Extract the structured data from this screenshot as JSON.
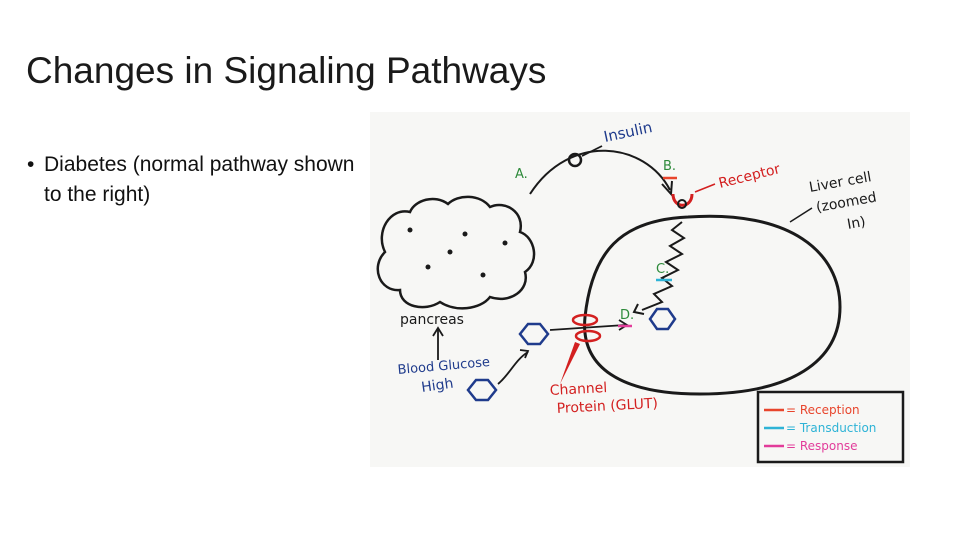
{
  "slide": {
    "title": "Changes in Signaling Pathways",
    "bullet": "Diabetes (normal pathway shown to the right)"
  },
  "diagram": {
    "labels": {
      "a": "A.",
      "b": "B.",
      "c": "C.",
      "d": "D.",
      "insulin": "Insulin",
      "receptor": "Receptor",
      "liver_cell_1": "Liver cell",
      "liver_cell_2": "(zoomed",
      "liver_cell_3": "In)",
      "pancreas": "pancreas",
      "blood_glucose_1": "Blood Glucose",
      "blood_glucose_2": "High",
      "channel_1": "Channel",
      "channel_2": "Protein (GLUT)"
    },
    "legend": [
      {
        "label": "= Reception",
        "color": "#e8452c"
      },
      {
        "label": "= Transduction",
        "color": "#2eb3d6"
      },
      {
        "label": "= Response",
        "color": "#e23c9a"
      }
    ],
    "colors": {
      "ink": "#1a1a1a",
      "label_blue": "#1f3b8c",
      "receptor_red": "#d32020",
      "letter_green": "#2d8a3a"
    }
  }
}
